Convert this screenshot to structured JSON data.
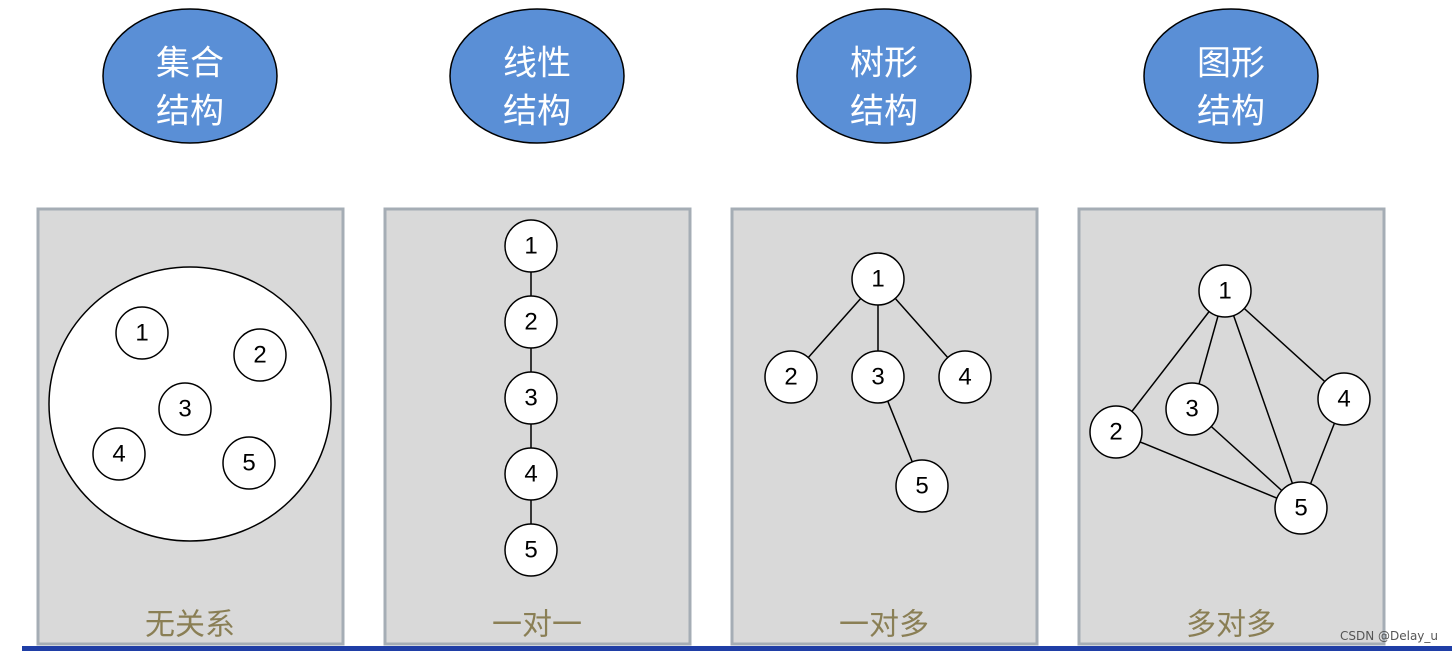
{
  "colors": {
    "oval_fill": "#5a8fd6",
    "panel_fill": "#d9d9d9",
    "panel_border": "#a5adb5",
    "caption": "#8a7f55",
    "node_fill": "#ffffff",
    "line": "#000000",
    "bottom_bar": "#1f3ea6"
  },
  "categories": [
    {
      "title_line1": "集合",
      "title_line2": "结构",
      "caption": "无关系",
      "nodes": [
        "1",
        "2",
        "3",
        "4",
        "5"
      ],
      "edges": []
    },
    {
      "title_line1": "线性",
      "title_line2": "结构",
      "caption": "一对一",
      "nodes": [
        "1",
        "2",
        "3",
        "4",
        "5"
      ],
      "edges": [
        [
          "1",
          "2"
        ],
        [
          "2",
          "3"
        ],
        [
          "3",
          "4"
        ],
        [
          "4",
          "5"
        ]
      ]
    },
    {
      "title_line1": "树形",
      "title_line2": "结构",
      "caption": "一对多",
      "nodes": [
        "1",
        "2",
        "3",
        "4",
        "5"
      ],
      "edges": [
        [
          "1",
          "2"
        ],
        [
          "1",
          "3"
        ],
        [
          "1",
          "4"
        ],
        [
          "3",
          "5"
        ]
      ]
    },
    {
      "title_line1": "图形",
      "title_line2": "结构",
      "caption": "多对多",
      "nodes": [
        "1",
        "2",
        "3",
        "4",
        "5"
      ],
      "edges": [
        [
          "1",
          "2"
        ],
        [
          "1",
          "3"
        ],
        [
          "1",
          "5"
        ],
        [
          "1",
          "4"
        ],
        [
          "2",
          "5"
        ],
        [
          "3",
          "5"
        ],
        [
          "4",
          "5"
        ]
      ]
    }
  ],
  "credit": "CSDN @Delay_u"
}
